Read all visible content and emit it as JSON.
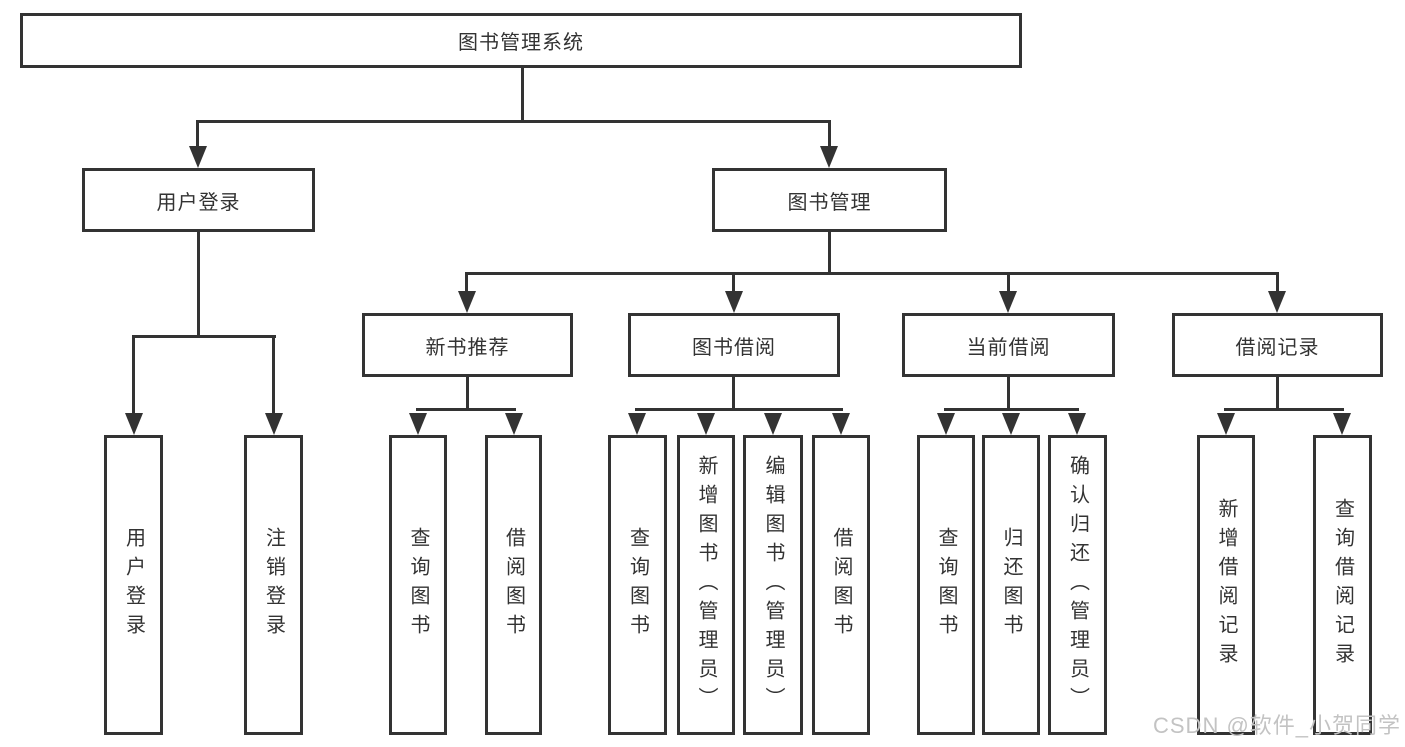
{
  "root": {
    "label": "图书管理系统"
  },
  "branches": [
    {
      "label": "用户登录",
      "children": [
        "用户登录",
        "注销登录"
      ]
    },
    {
      "label": "图书管理",
      "children": [
        {
          "label": "新书推荐",
          "children": [
            "查询图书",
            "借阅图书"
          ]
        },
        {
          "label": "图书借阅",
          "children": [
            "查询图书",
            "新增图书（管理员）",
            "编辑图书（管理员）",
            "借阅图书"
          ]
        },
        {
          "label": "当前借阅",
          "children": [
            "查询图书",
            "归还图书",
            "确认归还（管理员）"
          ]
        },
        {
          "label": "借阅记录",
          "children": [
            "新增借阅记录",
            "查询借阅记录"
          ]
        }
      ]
    }
  ],
  "colors": {
    "line": "#333333",
    "box_background": "#ffffff",
    "text": "#333333",
    "watermark": "#c3c3c3"
  },
  "watermark": {
    "text": "CSDN @软件_小贺同学"
  }
}
